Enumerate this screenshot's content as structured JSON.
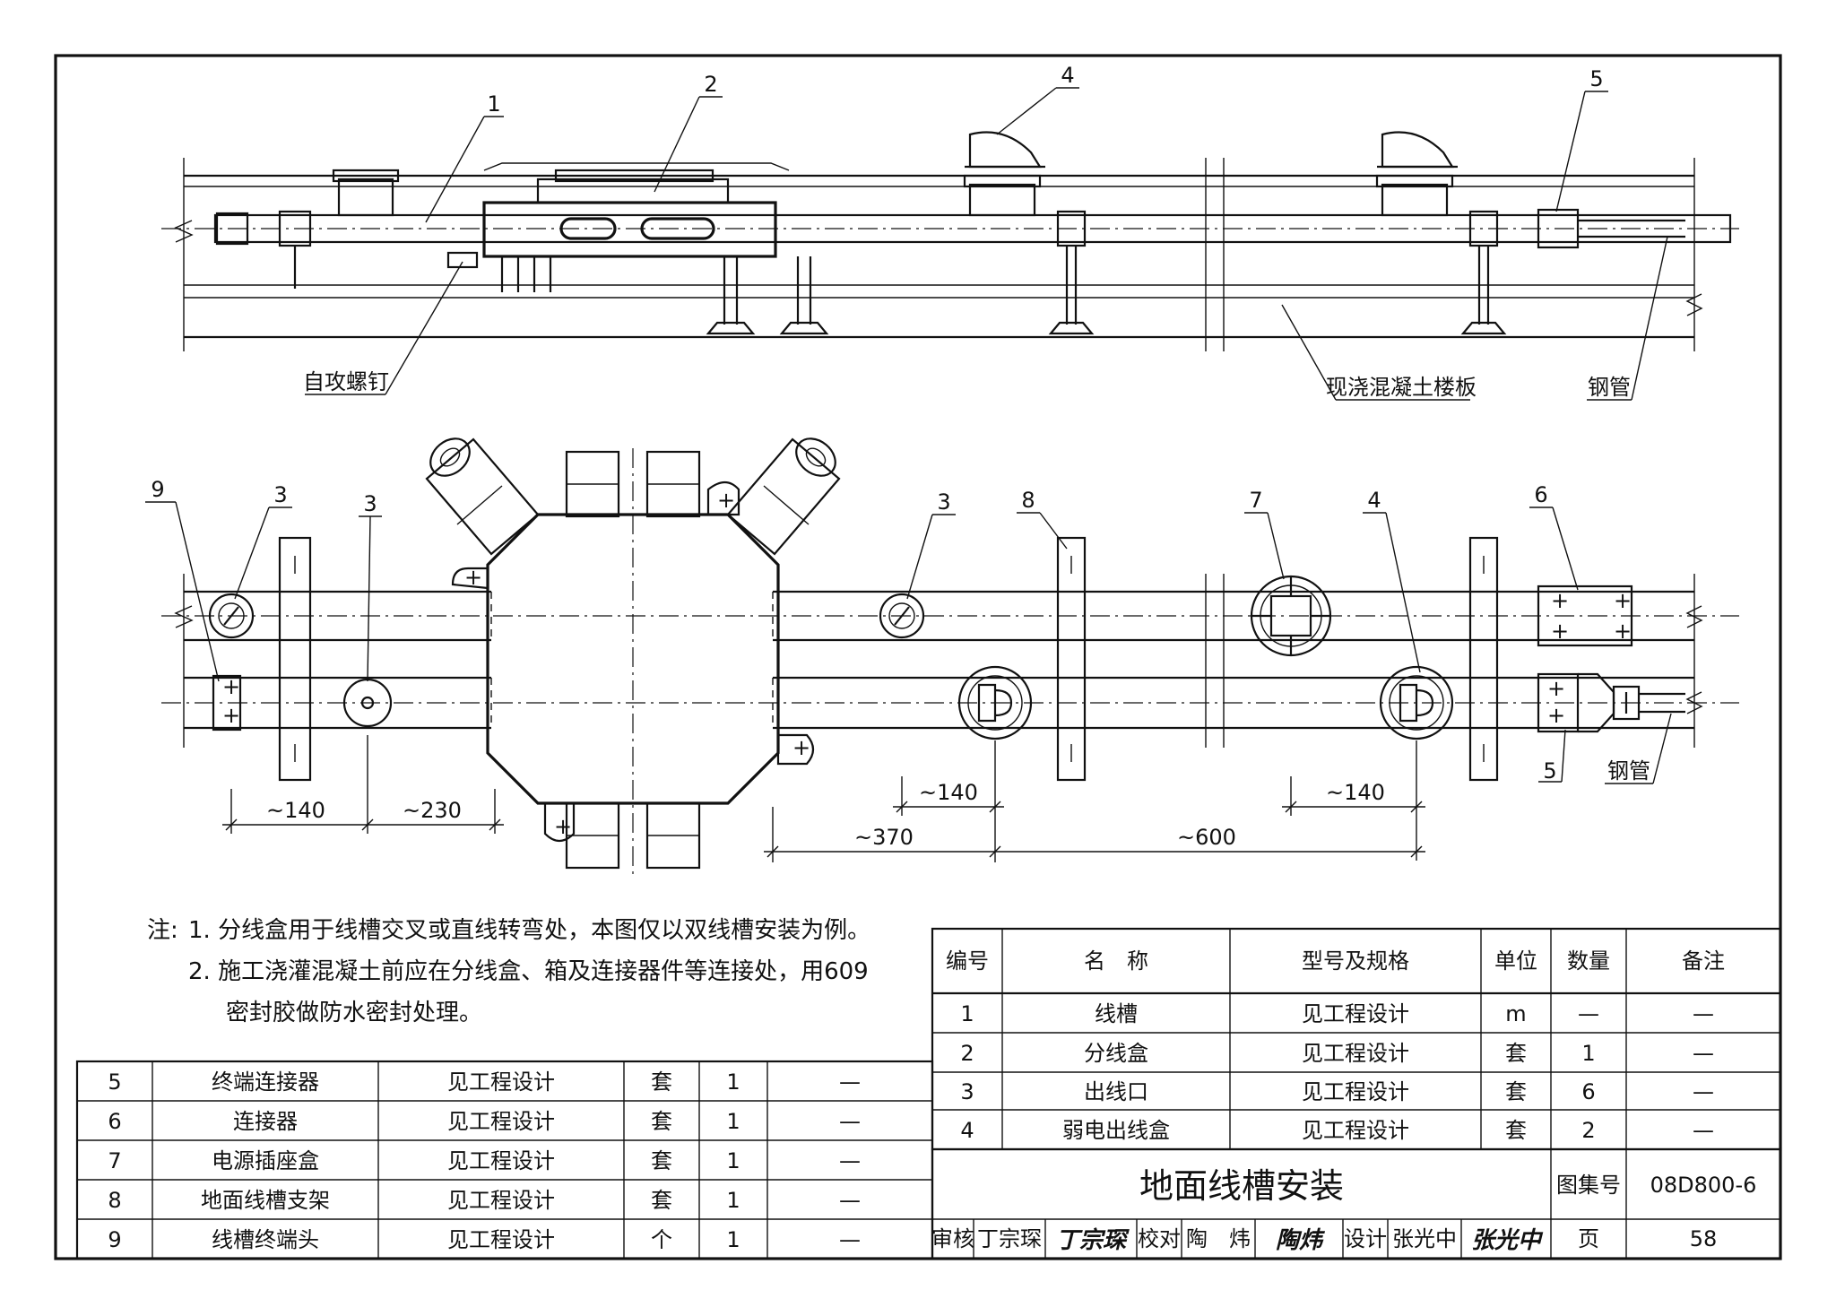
{
  "callouts": {
    "c1": "1",
    "c2": "2",
    "c3a": "3",
    "c3b": "3",
    "c3c": "3",
    "c4a": "4",
    "c4b": "4",
    "c5a": "5",
    "c5b": "5",
    "c6": "6",
    "c7": "7",
    "c8": "8",
    "c9": "9"
  },
  "labels": {
    "screw": "自攻螺钉",
    "slab": "现浇混凝土楼板",
    "pipe_top": "钢管",
    "pipe_plan": "钢管"
  },
  "dims": {
    "d140a": "~140",
    "d230": "~230",
    "d140b": "~140",
    "d370": "~370",
    "d140c": "~140",
    "d600": "~600"
  },
  "notes": {
    "prefix": "注:",
    "n1": "1. 分线盒用于线槽交叉或直线转弯处，本图仅以双线槽安装为例。",
    "n2a": "2. 施工浇灌混凝土前应在分线盒、箱及连接器件等连接处，用609",
    "n2b": "密封胶做防水密封处理。"
  },
  "table_right": {
    "headers": [
      "编号",
      "名　称",
      "型号及规格",
      "单位",
      "数量",
      "备注"
    ],
    "rows": [
      [
        "1",
        "线槽",
        "见工程设计",
        "m",
        "—",
        "—"
      ],
      [
        "2",
        "分线盒",
        "见工程设计",
        "套",
        "1",
        "—"
      ],
      [
        "3",
        "出线口",
        "见工程设计",
        "套",
        "6",
        "—"
      ],
      [
        "4",
        "弱电出线盒",
        "见工程设计",
        "套",
        "2",
        "—"
      ]
    ]
  },
  "table_left": {
    "rows": [
      [
        "5",
        "终端连接器",
        "见工程设计",
        "套",
        "1",
        "—"
      ],
      [
        "6",
        "连接器",
        "见工程设计",
        "套",
        "1",
        "—"
      ],
      [
        "7",
        "电源插座盒",
        "见工程设计",
        "套",
        "1",
        "—"
      ],
      [
        "8",
        "地面线槽支架",
        "见工程设计",
        "套",
        "1",
        "—"
      ],
      [
        "9",
        "线槽终端头",
        "见工程设计",
        "个",
        "1",
        "—"
      ]
    ]
  },
  "title_block": {
    "title": "地面线槽安装",
    "atlas_label": "图集号",
    "atlas_no": "08D800-6",
    "review_label": "审核",
    "reviewer": "丁宗琛",
    "reviewer_sig": "丁宗琛",
    "check_label": "校对",
    "checker": "陶　炜",
    "checker_sig": "陶炜",
    "design_label": "设计",
    "designer": "张光中",
    "designer_sig": "张光中",
    "page_label": "页",
    "page_no": "58"
  }
}
